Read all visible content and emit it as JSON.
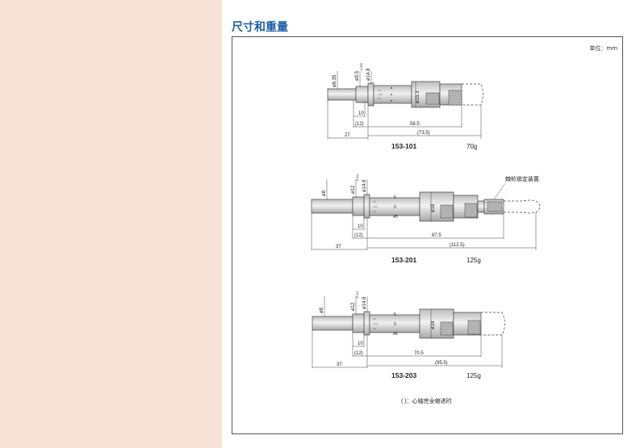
{
  "page": {
    "title": "尺寸和重量",
    "unit_label": "单位：mm",
    "footnote": "( )：心轴完全缩进时",
    "ratchet_label": "棘轮锁定装置"
  },
  "models": [
    {
      "code": "153-101",
      "weight": "70g",
      "dims": {
        "d_spindle": "ø6.35",
        "d_stem": "ø9.5",
        "stem_tol": "-0.009",
        "d_thimble_ring": "ø14.8",
        "d_sleeve": "ø15.3",
        "len_10": "10",
        "len_12": "(12)",
        "len_main": "58.5",
        "len_total": "(73.5)",
        "len_spindle": "27"
      }
    },
    {
      "code": "153-201",
      "weight": "125g",
      "dims": {
        "d_spindle": "ø8",
        "d_stem": "ø12",
        "stem_tol": "-0.011",
        "d_thimble_ring": "ø14.8",
        "d_sleeve": "ø18",
        "scale_top": "5",
        "scale_mid": "0",
        "scale_bot": "45",
        "len_10": "10",
        "len_12": "(12)",
        "len_main": "87.5",
        "len_total": "(112.5)",
        "len_spindle": "37"
      }
    },
    {
      "code": "153-203",
      "weight": "125g",
      "dims": {
        "d_spindle": "ø8",
        "d_stem": "ø12",
        "stem_tol": "-0.011",
        "d_thimble_ring": "ø14.8",
        "d_sleeve": "ø18",
        "scale_top": "5",
        "scale_mid": "0",
        "scale_bot": "45",
        "len_10": "10",
        "len_12": "(12)",
        "len_main": "70.5",
        "len_total": "(95.5)",
        "len_spindle": "37"
      }
    }
  ]
}
